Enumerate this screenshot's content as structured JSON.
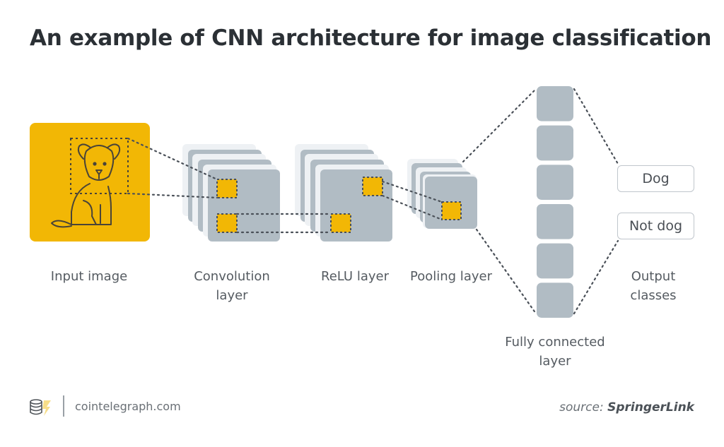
{
  "title": "An example of CNN architecture for image classification",
  "colors": {
    "accent_yellow": "#f2b705",
    "layer_gray": "#b1bcc4",
    "layer_light": "#dde3e8",
    "line_dark": "#4a5058",
    "text": "#555b61"
  },
  "stages": {
    "input": {
      "label": "Input image",
      "icon": "dog-icon"
    },
    "convolution": {
      "label_line1": "Convolution",
      "label_line2": "layer"
    },
    "relu": {
      "label": "ReLU layer"
    },
    "pooling": {
      "label": "Pooling layer"
    },
    "fully_connected": {
      "label_line1": "Fully connected",
      "label_line2": "layer",
      "node_count": 6
    },
    "output": {
      "label_line1": "Output",
      "label_line2": "classes",
      "classes": [
        "Dog",
        "Not dog"
      ]
    }
  },
  "footer": {
    "logo_icon": "coin-stack-icon",
    "site": "cointelegraph.com",
    "source_prefix": "source:",
    "source_name": "SpringerLink"
  }
}
